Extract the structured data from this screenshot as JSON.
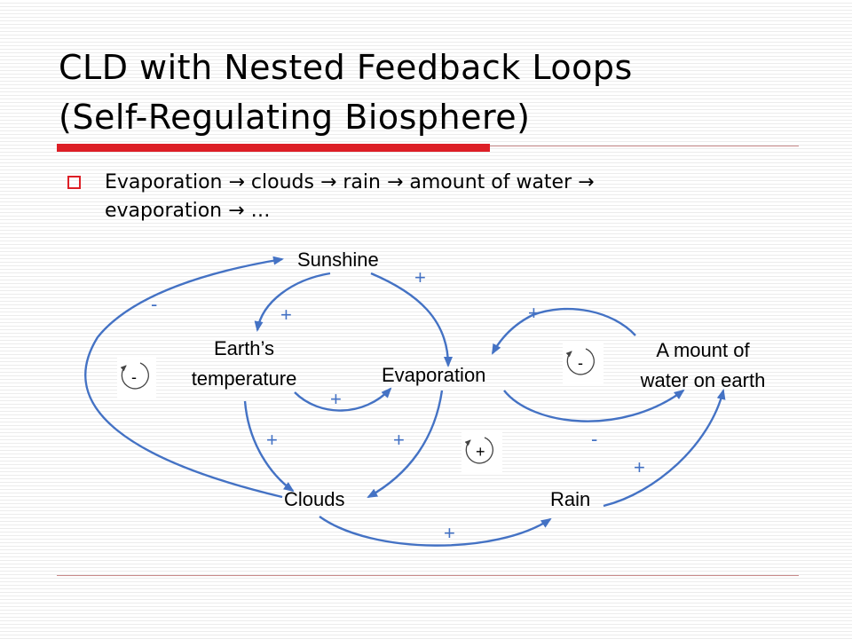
{
  "slide": {
    "title_line1": "CLD with Nested Feedback Loops",
    "title_line2": "(Self-Regulating Biosphere)",
    "bullet_line1": "Evaporation → clouds → rain → amount of water →",
    "bullet_line2": "evaporation → …"
  },
  "diagram": {
    "nodes": {
      "sunshine": "Sunshine",
      "earth_temp_1": "Earth’s",
      "earth_temp_2": "temperature",
      "evaporation": "Evaporation",
      "water_1": "A mount of",
      "water_2": "water on earth",
      "clouds": "Clouds",
      "rain": "Rain"
    },
    "link_signs": {
      "clouds_to_sunshine": "-",
      "sunshine_to_evaporation": "+",
      "sunshine_to_temperature": "+",
      "temperature_to_evaporation": "+",
      "temperature_to_clouds": "+",
      "evaporation_to_clouds": "+",
      "water_to_evaporation": "+",
      "evaporation_to_water": "-",
      "clouds_to_rain": "+",
      "rain_to_water": "+"
    },
    "loop_polarities": {
      "outer_loop": "-",
      "center_loop": "+",
      "water_loop": "-"
    }
  },
  "colors": {
    "accent": "#dd1f26",
    "link": "#4472c4"
  }
}
